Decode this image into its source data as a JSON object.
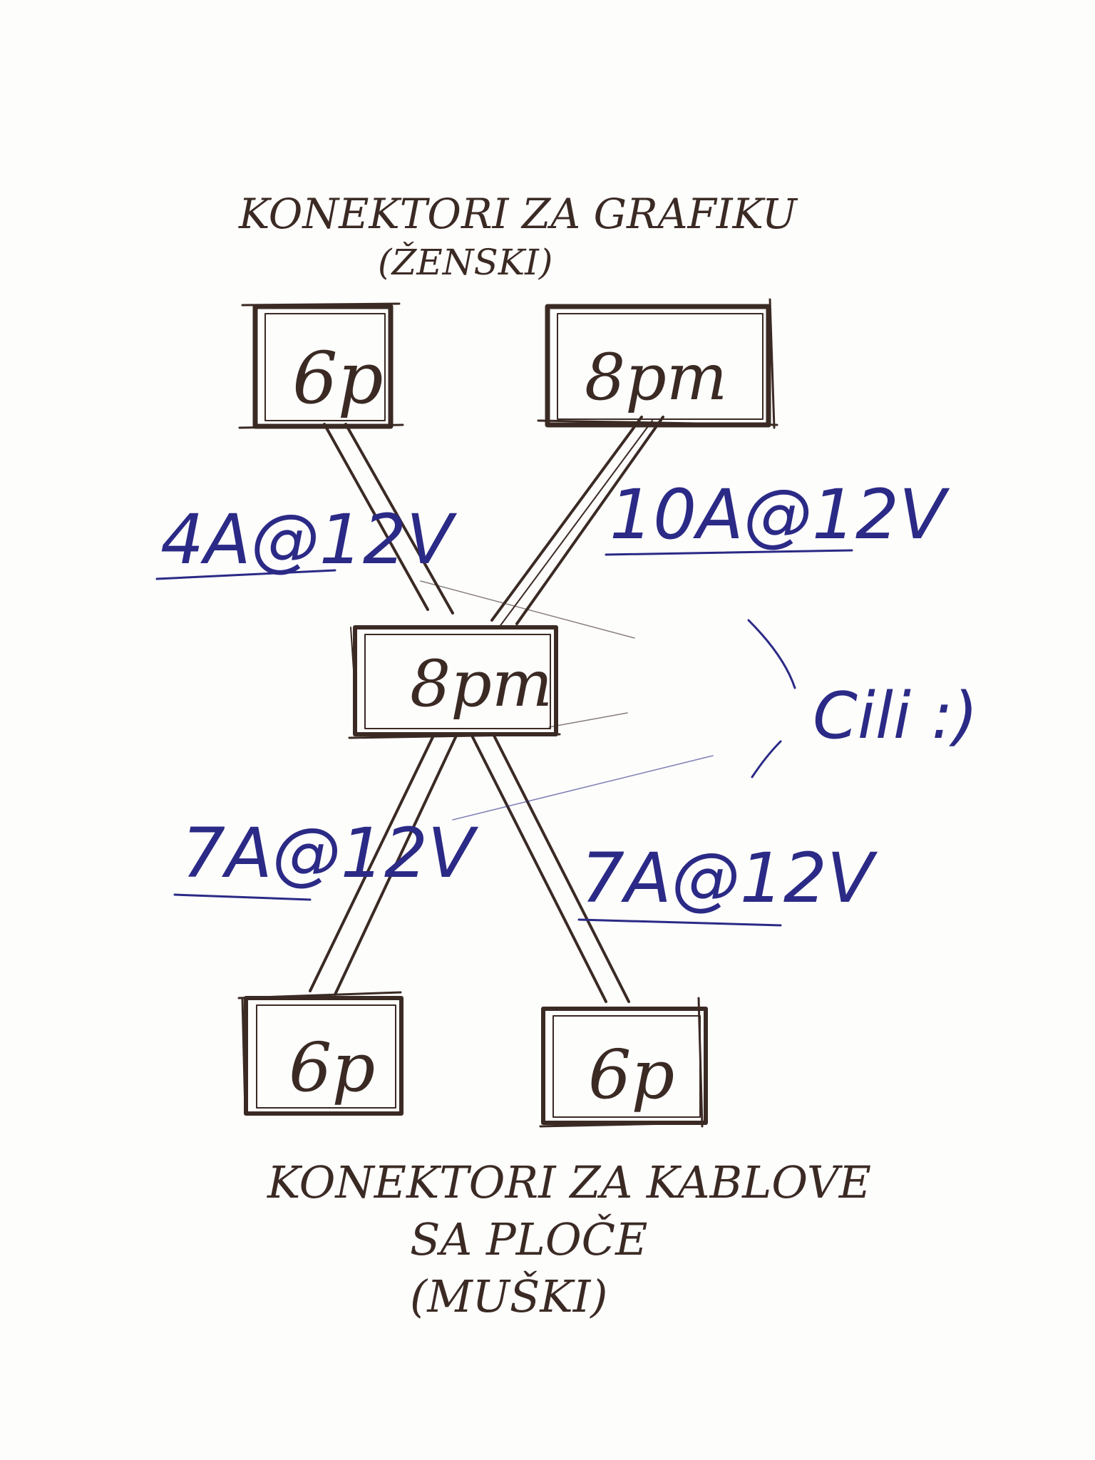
{
  "heading_top": {
    "line1": "KONEKTORI ZA GRAFIKU",
    "line2": "(ŽENSKI)"
  },
  "heading_bottom": {
    "line1": "KONEKTORI ZA KABLOVE",
    "line2": "SA PLOČE",
    "line3": "(MUŠKI)"
  },
  "connectors": {
    "top_left": "6p",
    "top_right": "8pm",
    "center": "8pm",
    "bottom_left": "6p",
    "bottom_right": "6p"
  },
  "ratings": {
    "top_left": "4A@12V",
    "top_right": "10A@12V",
    "bottom_left": "7A@12V",
    "bottom_right": "7A@12V"
  },
  "note": "Cili :)",
  "colors": {
    "pencil": "#3b2a24",
    "pen": "#2b2a86"
  }
}
